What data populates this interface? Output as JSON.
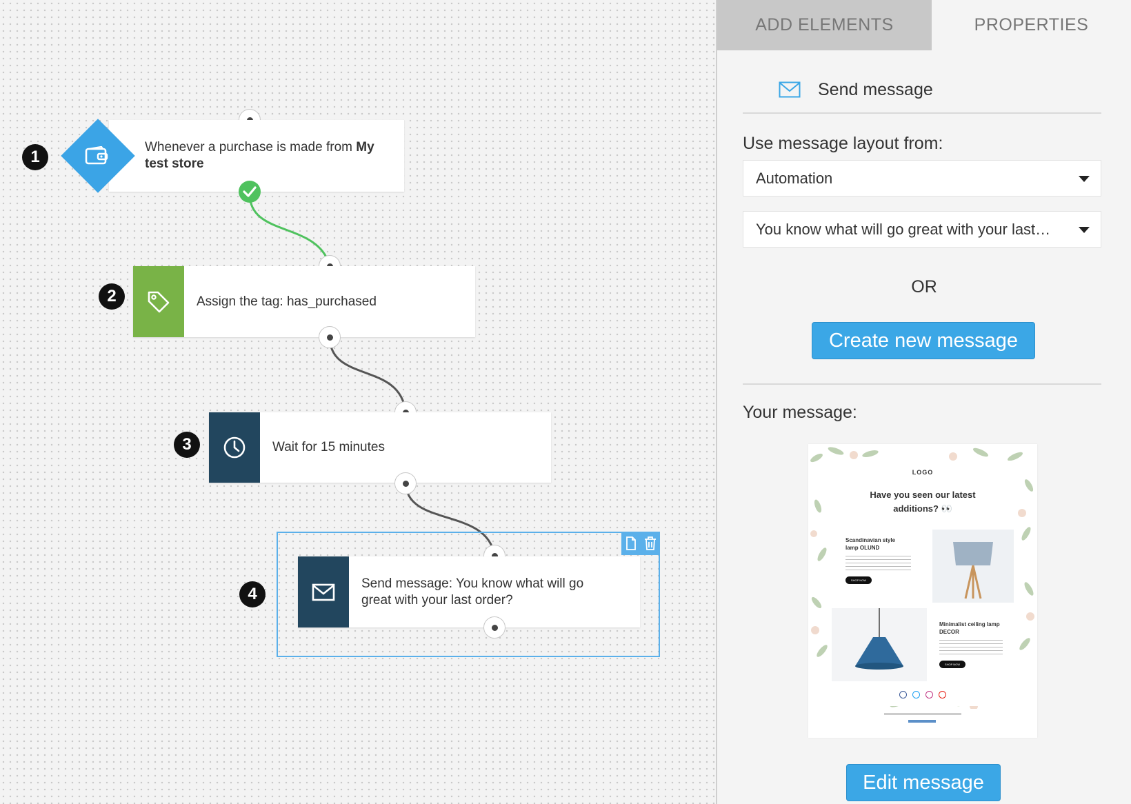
{
  "colors": {
    "accent_blue": "#3ba7e6",
    "trigger_blue": "#3ba4e6",
    "tag_green": "#79b347",
    "dark_navy": "#22465e",
    "success_green": "#4fc25e",
    "selection_blue": "#5bb0ea"
  },
  "workflow": {
    "nodes": [
      {
        "step": "1",
        "icon": "wallet-icon",
        "text_plain": "Whenever a purchase is made from ",
        "text_bold_1": "My",
        "text_bold_2": "test store"
      },
      {
        "step": "2",
        "icon": "tag-icon",
        "text": "Assign the tag: has_purchased"
      },
      {
        "step": "3",
        "icon": "clock-icon",
        "text": "Wait for 15 minutes"
      },
      {
        "step": "4",
        "icon": "envelope-icon",
        "text_line1": "Send message: You know what will go",
        "text_line2": "great with your last order?"
      }
    ],
    "toolbar_icons": [
      "copy-icon",
      "trash-icon"
    ]
  },
  "panel": {
    "tabs": [
      {
        "label": "ADD ELEMENTS",
        "active": true
      },
      {
        "label": "PROPERTIES",
        "active": false
      }
    ],
    "header": {
      "icon": "envelope-icon",
      "title": "Send message"
    },
    "layout_label": "Use message layout from:",
    "layout_select": "Automation",
    "message_select": "You know what will go great with your last…",
    "or_label": "OR",
    "create_button": "Create new message",
    "your_message_label": "Your message:",
    "edit_button": "Edit message",
    "preview": {
      "logo": "LOGO",
      "headline_line1": "Have you seen our latest",
      "headline_line2": "additions? 👀",
      "product1_title_line1": "Scandinavian style",
      "product1_title_line2": "lamp OLUND",
      "product1_button": "SHOP NOW",
      "product2_title_line1": "Minimalist ceiling lamp",
      "product2_title_line2": "DECOR",
      "product2_button": "SHOP NOW"
    }
  }
}
